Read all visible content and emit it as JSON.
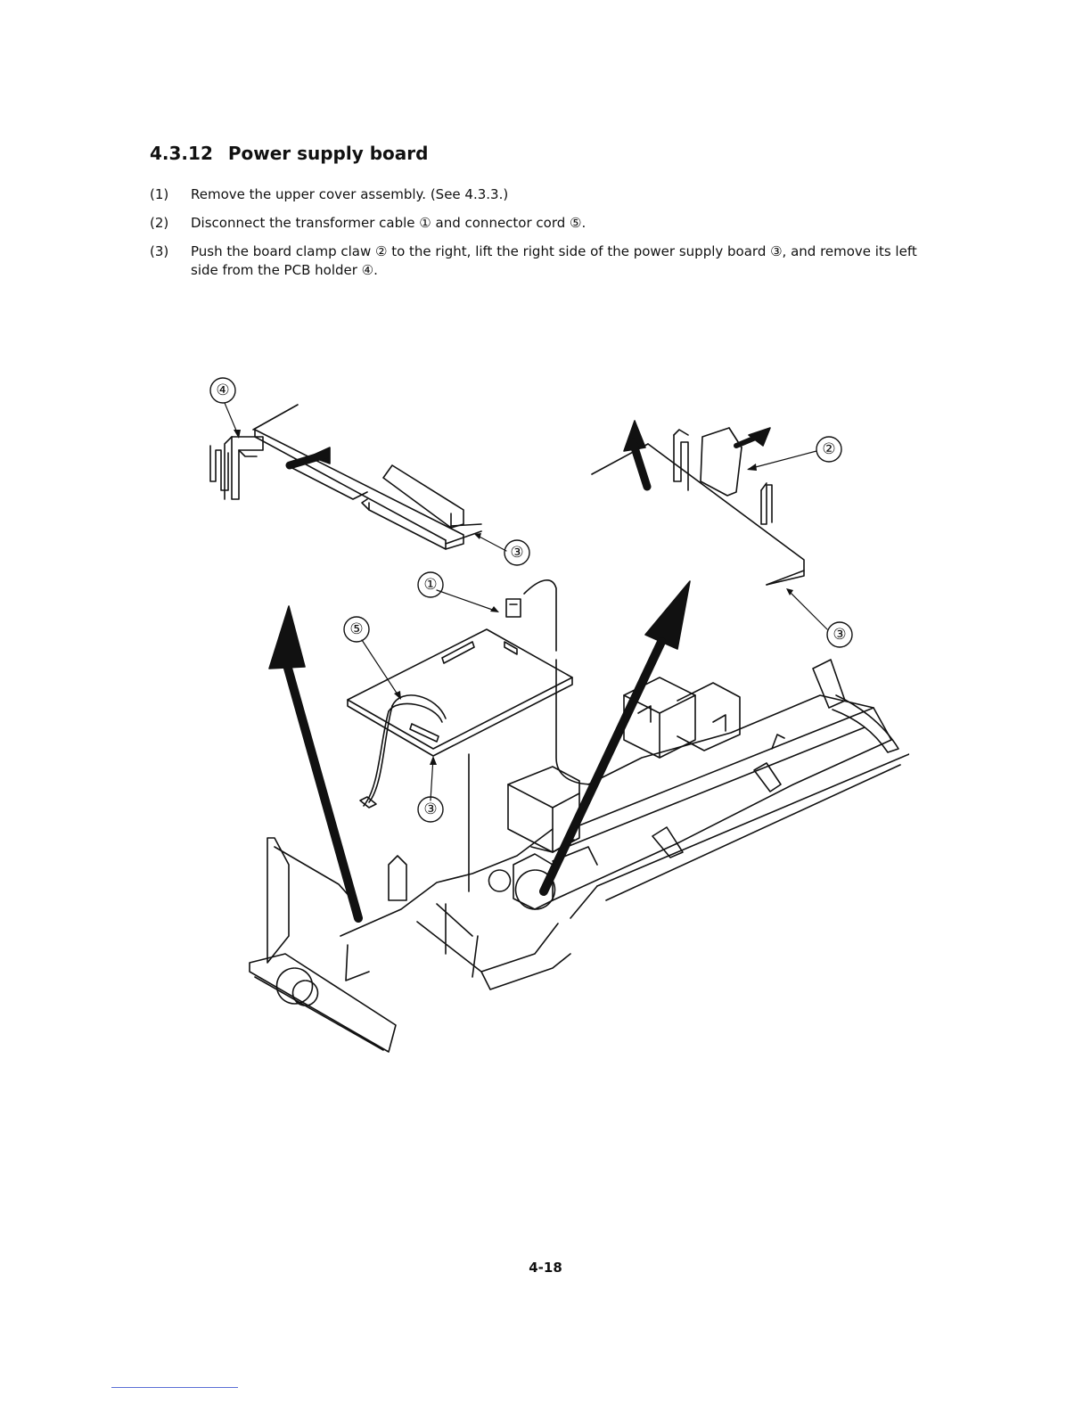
{
  "section": {
    "number": "4.3.12",
    "title": "Power supply board"
  },
  "steps": [
    {
      "marker": "(1)",
      "text": "Remove the upper cover assembly.  (See 4.3.3.)"
    },
    {
      "marker": "(2)",
      "text": "Disconnect the transformer cable ① and connector cord ⑤."
    },
    {
      "marker": "(3)",
      "text": "Push the board clamp claw ② to the right, lift the right side of the power supply board ③, and remove its left side from the PCB holder ④."
    }
  ],
  "figure": {
    "callouts": [
      "④",
      "②",
      "③",
      "①",
      "⑤",
      "③",
      "③"
    ]
  },
  "page_number": "4-18"
}
